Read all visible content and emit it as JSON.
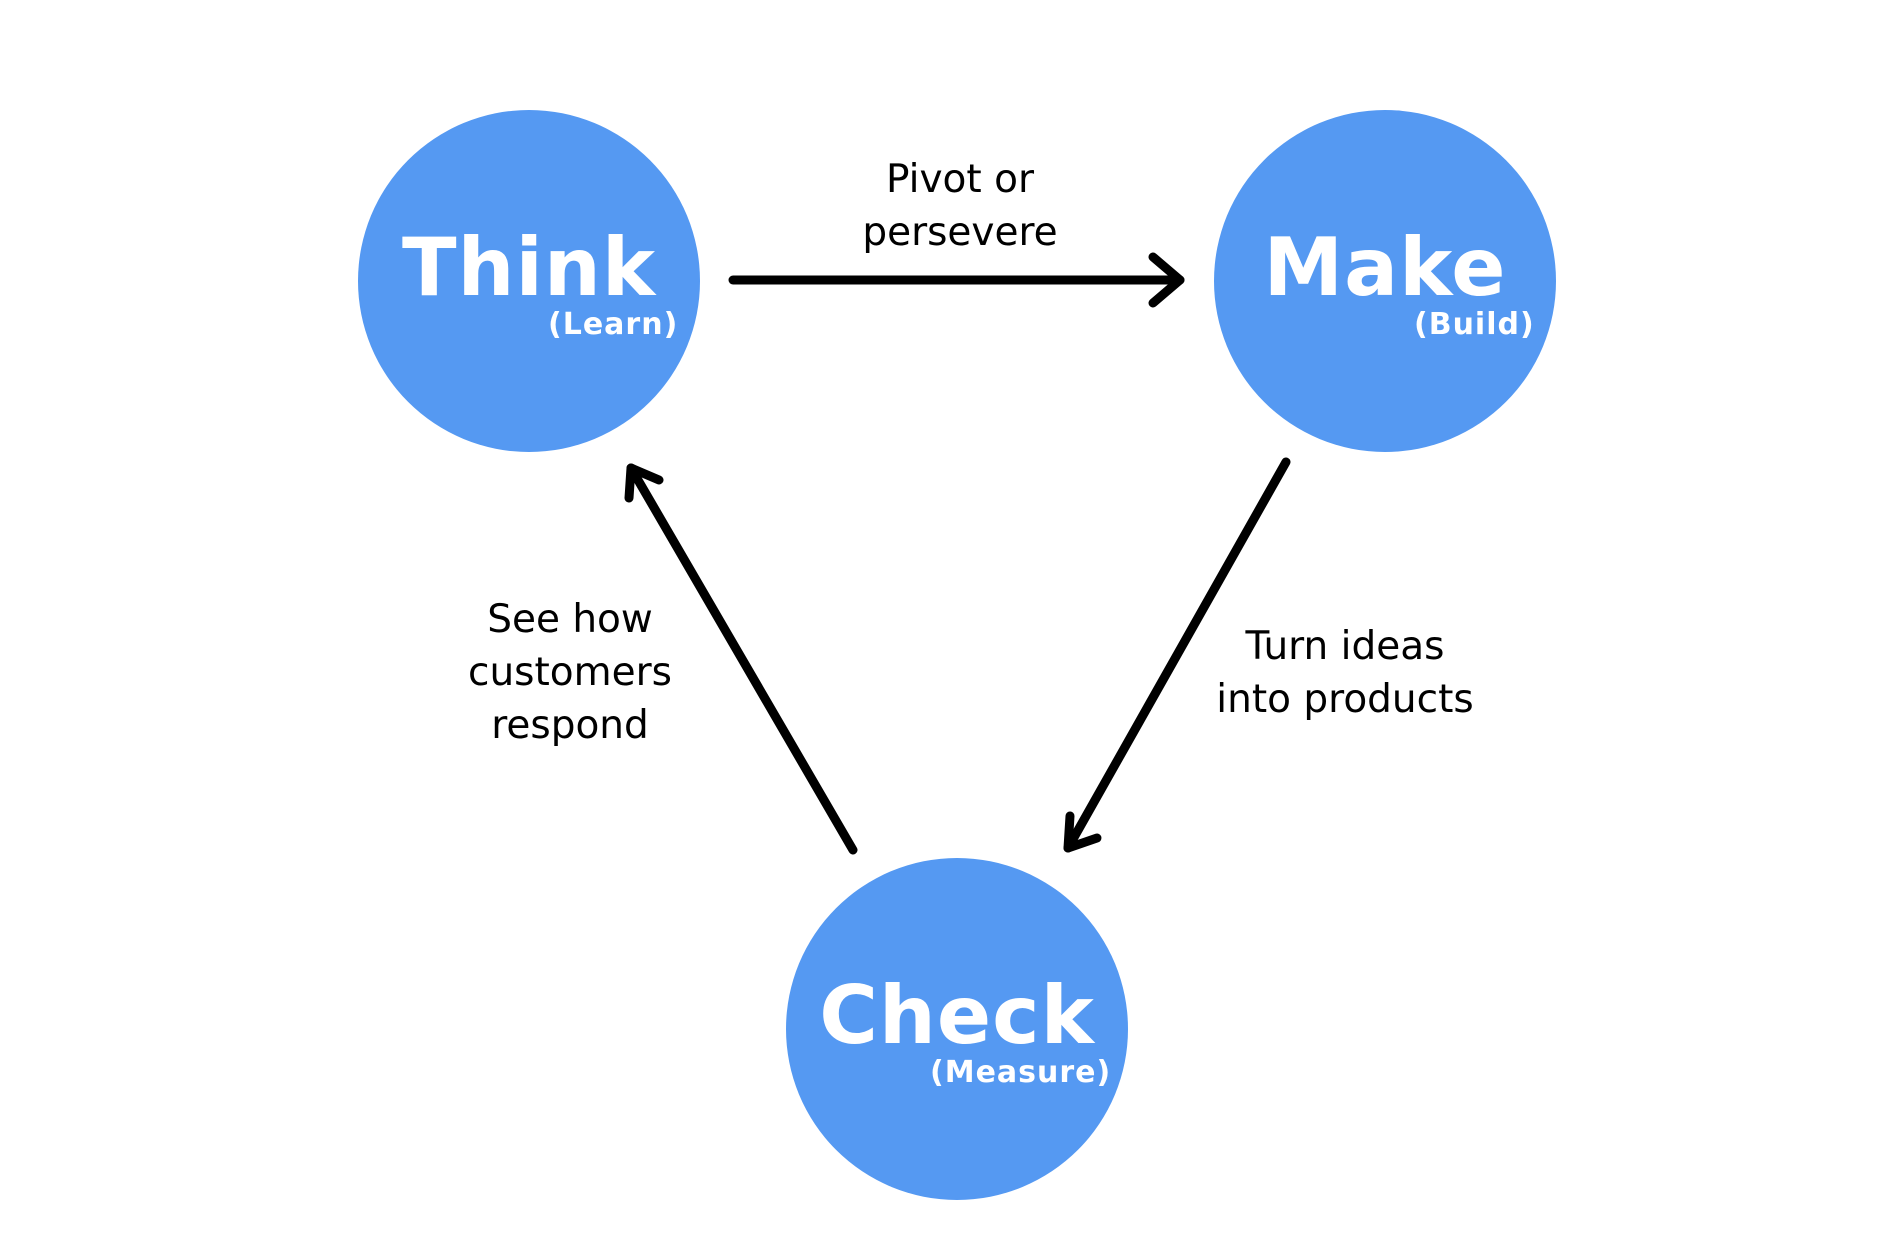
{
  "nodes": {
    "think": {
      "title": "Think",
      "subtitle": "(Learn)"
    },
    "make": {
      "title": "Make",
      "subtitle": "(Build)"
    },
    "check": {
      "title": "Check",
      "subtitle": "(Measure)"
    }
  },
  "edges": {
    "think_to_make": {
      "lines": [
        "Pivot or",
        "persevere"
      ]
    },
    "make_to_check": {
      "lines": [
        "Turn ideas",
        "into products"
      ]
    },
    "check_to_think": {
      "lines": [
        "See how",
        "customers",
        "respond"
      ]
    }
  },
  "colors": {
    "node_fill": "#5599f2",
    "node_text": "#ffffff",
    "arrow": "#000000",
    "label_text": "#000000"
  }
}
